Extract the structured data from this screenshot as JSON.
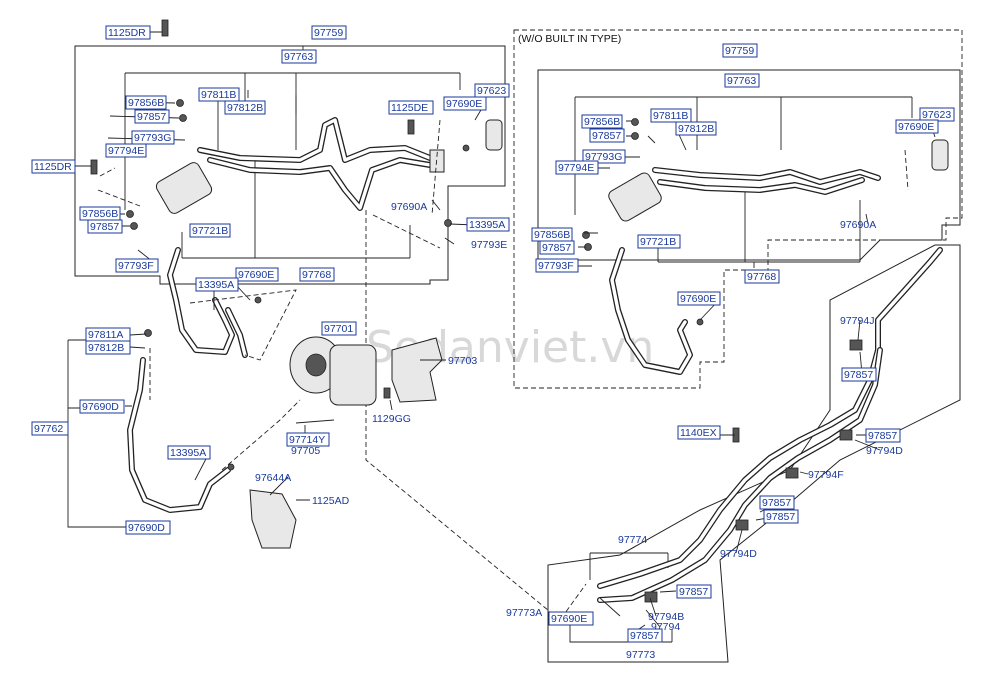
{
  "watermark": "Sedanviet.vn",
  "variant_title": "(W/O BUILT IN TYPE)",
  "labels": {
    "l1125DR_a": "1125DR",
    "l97759_a": "97759",
    "l97763_a": "97763",
    "l97811B_a": "97811B",
    "l97856B_a": "97856B",
    "l97812B_a": "97812B",
    "l97857_a": "97857",
    "l97793G_a": "97793G",
    "l97794E_a": "97794E",
    "l1125DR_b": "1125DR",
    "l97856B_b": "97856B",
    "l97857_b": "97857",
    "l97721B_a": "97721B",
    "l97793F_a": "97793F",
    "l1125DE": "1125DE",
    "l97690E_a": "97690E",
    "l97623_a": "97623",
    "l97690A_a": "97690A",
    "l13395A_a": "13395A",
    "l97793E": "97793E",
    "l97768_a": "97768",
    "l97690E_b": "97690E",
    "l13395A_b": "13395A",
    "l97811A": "97811A",
    "l97812B_b": "97812B",
    "l97690D": "97690D",
    "l97762": "97762",
    "l13395A_c": "13395A",
    "l97690D_b": "97690D",
    "l97701": "97701",
    "l97703": "97703",
    "l1129GG": "1129GG",
    "l97714Y": "97714Y",
    "l97705": "97705",
    "l97644A": "97644A",
    "l1125AD": "1125AD",
    "r97759": "97759",
    "r97763": "97763",
    "r97856B": "97856B",
    "r97811B": "97811B",
    "r97857": "97857",
    "r97812B": "97812B",
    "r97793G": "97793G",
    "r97794E": "97794E",
    "r97623": "97623",
    "r97690E": "97690E",
    "r97690A": "97690A",
    "r97856B_b": "97856B",
    "r97857_b": "97857",
    "r97721B": "97721B",
    "r97793F": "97793F",
    "r97768": "97768",
    "r97690E_b": "97690E",
    "s97794J": "97794J",
    "s97857_a": "97857",
    "s1140EX": "1140EX",
    "s97857_b": "97857",
    "s97794D_a": "97794D",
    "s97794F": "97794F",
    "s97857_c": "97857",
    "s97857_d": "97857",
    "s97794D_b": "97794D",
    "s97774": "97774",
    "s97773A": "97773A",
    "s97857_e": "97857",
    "s97690E": "97690E",
    "s97794B": "97794B",
    "s97794": "97794",
    "s97857_f": "97857",
    "s97773": "97773"
  }
}
